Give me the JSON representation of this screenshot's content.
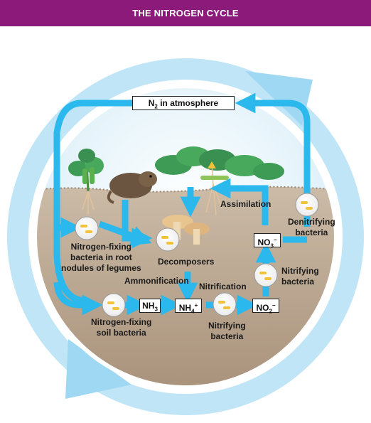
{
  "title": "THE NITROGEN CYCLE",
  "colors": {
    "header": "#8c1a7a",
    "arrow": "#2bb8ec",
    "outer_ring": "#b9e3f6",
    "soil": "#b7a48f",
    "sky": "#e8f4fb",
    "leaf": "#3e9b55"
  },
  "labels": {
    "atmosphere": {
      "prefix": "N",
      "sub": "2",
      "suffix": " in atmosphere"
    },
    "assimilation": "Assimilation",
    "denitrifying_1": "Denitrifying",
    "denitrifying_2": "bacteria",
    "legume_1": "Nitrogen-fixing",
    "legume_2": "bacteria in root",
    "legume_3": "nodules of legumes",
    "decomposers": "Decomposers",
    "ammonification": "Ammonification",
    "nitrification": "Nitrification",
    "nitrifying_upper_1": "Nitrifying",
    "nitrifying_upper_2": "bacteria",
    "nitrifying_lower_1": "Nitrifying",
    "nitrifying_lower_2": "bacteria",
    "soil_bacteria_1": "Nitrogen-fixing",
    "soil_bacteria_2": "soil bacteria"
  },
  "compounds": {
    "nh3": {
      "base": "NH",
      "sub": "3",
      "sup": ""
    },
    "nh4": {
      "base": "NH",
      "sub": "4",
      "sup": "+"
    },
    "no2": {
      "base": "NO",
      "sub": "2",
      "sup": "−"
    },
    "no3": {
      "base": "NO",
      "sub": "3",
      "sup": "−"
    }
  }
}
